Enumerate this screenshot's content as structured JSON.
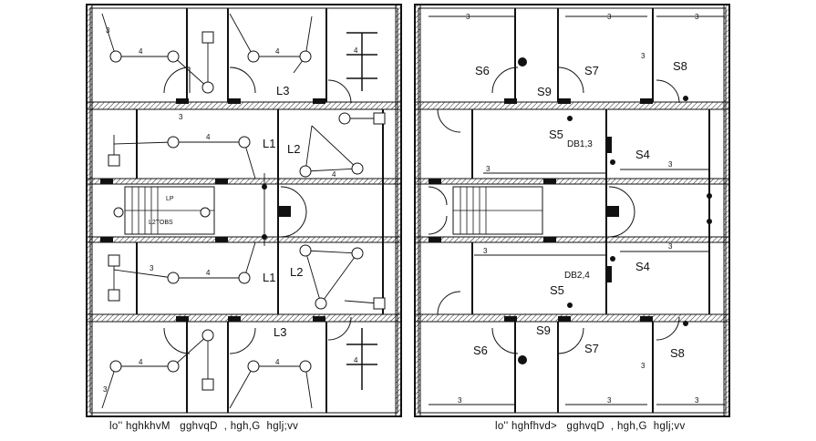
{
  "left_plan": {
    "caption": "lo'' hghkhvM   gghvqD  , hgh,G  hglj;vv",
    "fixture_labels": [
      "L1",
      "L2",
      "L3",
      "L1",
      "L2",
      "L3"
    ],
    "panel_labels": [
      "LP",
      "L2TOBS"
    ],
    "wire_label_a": "3",
    "wire_label_b": "4"
  },
  "right_plan": {
    "caption": "lo'' hghfhvd>   gghvqD  , hgh,G  hglj;vv",
    "socket_labels": [
      "S6",
      "S7",
      "S8",
      "S9",
      "S5",
      "S4",
      "S4",
      "S5",
      "S9",
      "S6",
      "S7",
      "S8"
    ],
    "db_labels": [
      "DB1,3",
      "DB2,4"
    ],
    "wire_label": "3"
  }
}
